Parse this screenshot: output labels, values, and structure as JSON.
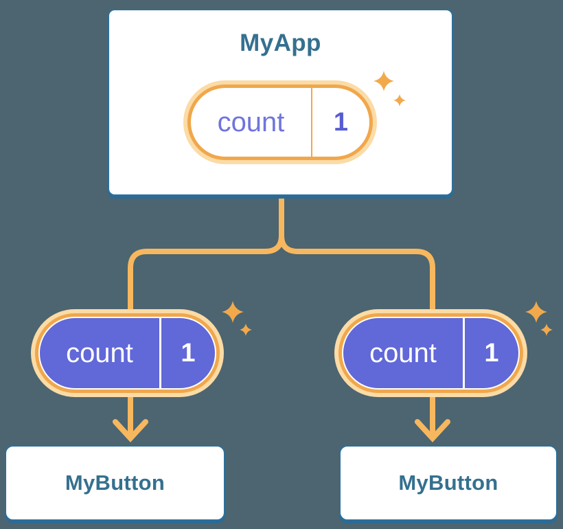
{
  "background": "#4C6570",
  "colors": {
    "card_bg": "#FFFFFF",
    "card_border_blue": "#2E6F9A",
    "component_title_text": "#35708F",
    "pill_ring_orange": "#F0A74B",
    "pill_ring_glow": "#FBDBA6",
    "connector_orange": "#F7B75F",
    "prop_pill_purple": "#6168D8",
    "state_name_text": "#6F74DD",
    "state_value_text": "#575CD3",
    "prop_pill_text": "#FFFFFF",
    "sparkle_orange": "#F2A94C"
  },
  "icons": {
    "sparkle": "four-point-star"
  },
  "root": {
    "title": "MyApp",
    "state": {
      "name": "count",
      "value": "1"
    }
  },
  "children": [
    {
      "title": "MyButton",
      "prop": {
        "name": "count",
        "value": "1"
      }
    },
    {
      "title": "MyButton",
      "prop": {
        "name": "count",
        "value": "1"
      }
    }
  ]
}
